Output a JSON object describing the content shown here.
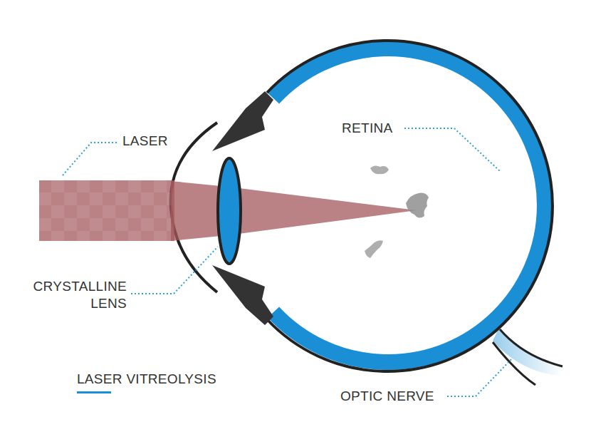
{
  "diagram": {
    "title": "LASER VITREOLYSIS",
    "labels": [
      "LASER",
      "RETINA",
      "CRYSTALLINE LENS",
      "OPTIC NERVE"
    ]
  }
}
